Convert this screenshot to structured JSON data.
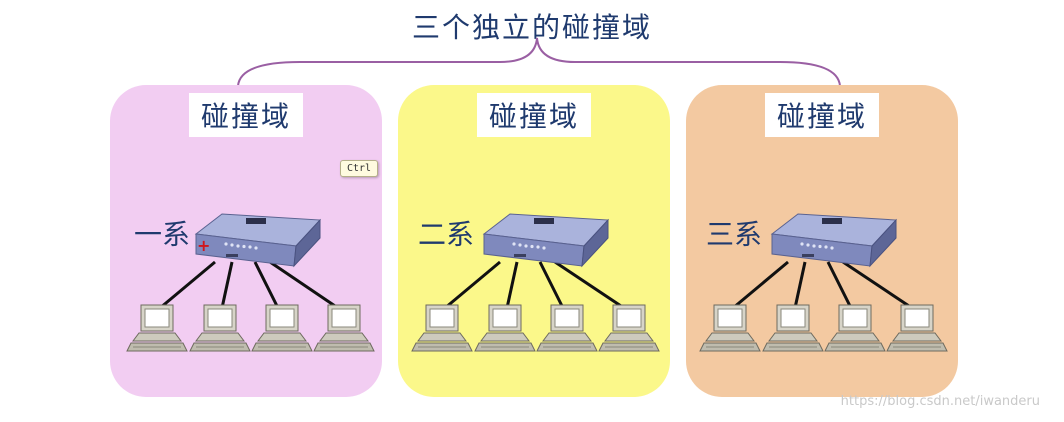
{
  "title": "三个独立的碰撞域",
  "domains": [
    {
      "label": "碰撞域",
      "system": "一系",
      "color": "#f2cdf2"
    },
    {
      "label": "碰撞域",
      "system": "二系",
      "color": "#fbf88a"
    },
    {
      "label": "碰撞域",
      "system": "三系",
      "color": "#f3c9a1"
    }
  ],
  "tooltip": "Ctrl",
  "watermark": "https://blog.csdn.net/iwanderu",
  "icons": [
    "hub-icon",
    "computer-icon",
    "plus-cursor-icon",
    "brace-icon"
  ],
  "colors": {
    "text": "#1f3a6e",
    "brace": "#9a5fa3",
    "hub": "#8f99c8",
    "cable": "#111111"
  }
}
